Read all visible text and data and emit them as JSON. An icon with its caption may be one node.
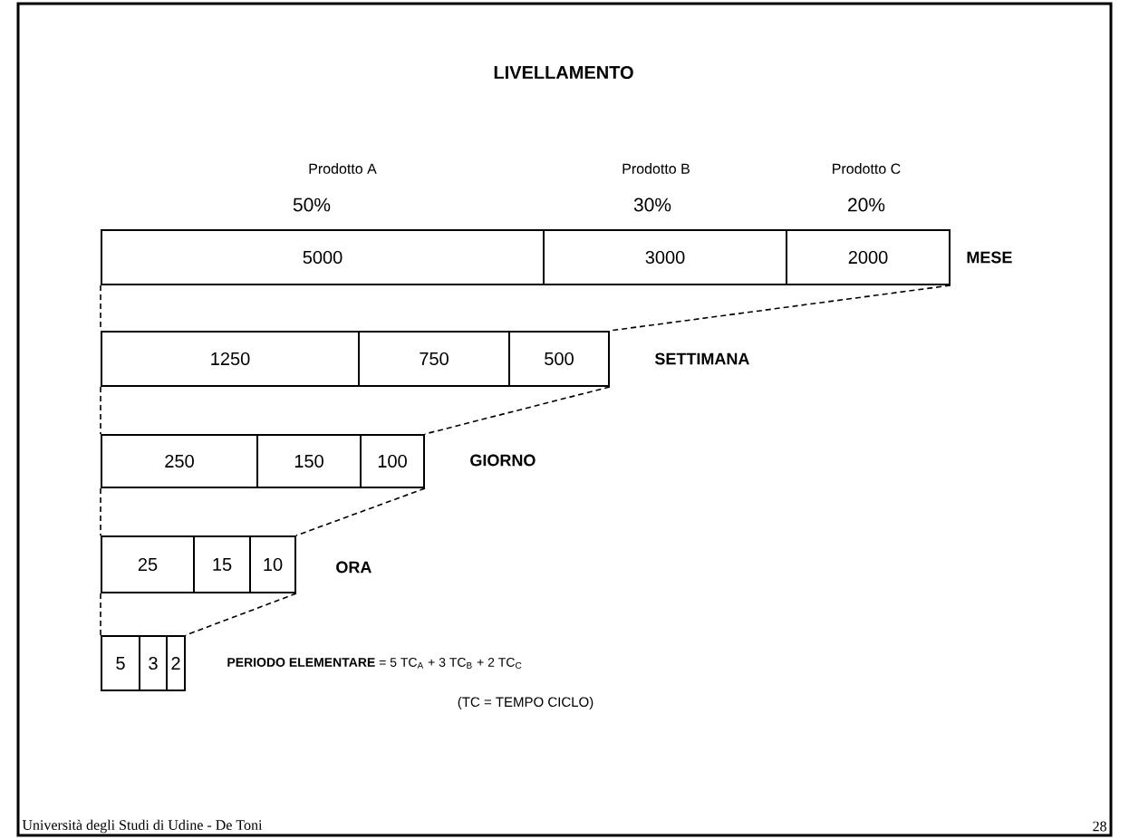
{
  "diagram": {
    "title": "LIVELLAMENTO",
    "nodes": [
      {
        "text": [
          "5000"
        ]
      },
      {
        "text": [
          "3000"
        ]
      },
      {
        "text": [
          "2000"
        ]
      },
      {
        "text": [
          "1250"
        ]
      },
      {
        "text": [
          "750"
        ]
      },
      {
        "text": [
          "500"
        ]
      },
      {
        "text": [
          "250"
        ]
      },
      {
        "text": [
          "150"
        ]
      },
      {
        "text": [
          "100"
        ]
      },
      {
        "text": [
          "25"
        ]
      },
      {
        "text": [
          "15"
        ]
      },
      {
        "text": [
          "10"
        ]
      },
      {
        "text": [
          "5"
        ]
      },
      {
        "text": [
          "3"
        ]
      },
      {
        "text": [
          "2"
        ]
      }
    ],
    "edges": [
      {
        "from": 0,
        "to": 3,
        "arrow": "none",
        "style": "dashed"
      },
      {
        "from": 2,
        "to": 5,
        "arrow": "none",
        "style": "dashed"
      },
      {
        "from": 3,
        "to": 6,
        "arrow": "none",
        "style": "dashed"
      },
      {
        "from": 5,
        "to": 8,
        "arrow": "none",
        "style": "dashed"
      },
      {
        "from": 6,
        "to": 9,
        "arrow": "none",
        "style": "dashed"
      },
      {
        "from": 8,
        "to": 11,
        "arrow": "none",
        "style": "dashed"
      },
      {
        "from": 9,
        "to": 12,
        "arrow": "none",
        "style": "dashed"
      },
      {
        "from": 11,
        "to": 14,
        "arrow": "none",
        "style": "dashed"
      }
    ],
    "labels": [
      "Prodotto A",
      "Prodotto B",
      "Prodotto C",
      "50%",
      "30%",
      "20%",
      "MESE",
      "SETTIMANA",
      "GIORNO",
      "ORA",
      "**PERIODO ELEMENTARE** = 5 TC$_{A}$ + 3 TC$_{B}$ + 2 TC$_{C}$",
      "(TC = TEMPO CICLO)",
      "Università degli Studi di Udine - De Toni",
      "28"
    ]
  }
}
